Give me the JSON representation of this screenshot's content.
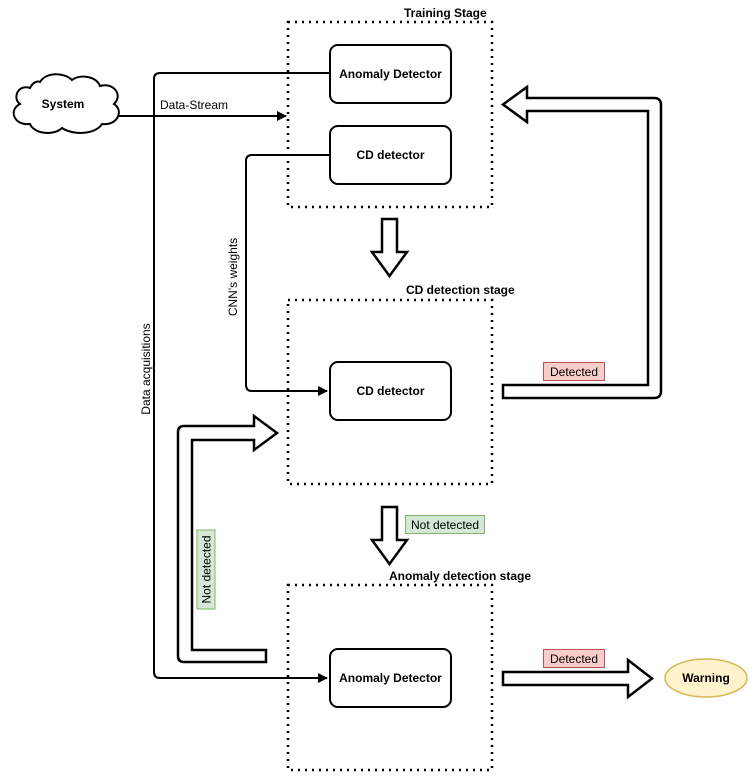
{
  "stages": {
    "training": "Training Stage",
    "cd_detection": "CD detection stage",
    "anomaly_detection": "Anomaly detection stage"
  },
  "nodes": {
    "system": "System",
    "anomaly_detector_training": "Anomaly Detector",
    "cd_detector_training": "CD detector",
    "cd_detector": "CD detector",
    "anomaly_detector": "Anomaly Detector",
    "warning": "Warning"
  },
  "edge_labels": {
    "data_stream": "Data-Stream",
    "data_acquisitions": "Data acquisitions",
    "cnn_weights": "CNN's weights",
    "detected_cd": "Detected",
    "not_detected_cd": "Not detected",
    "not_detected_anomaly": "Not detected",
    "detected_anomaly": "Detected"
  },
  "colors": {
    "detected_fill": "#f8cecc",
    "detected_border": "#b85450",
    "not_detected_fill": "#d5e8d4",
    "not_detected_border": "#82b366",
    "warning_fill": "#fff2cc",
    "warning_border": "#d6b656"
  }
}
